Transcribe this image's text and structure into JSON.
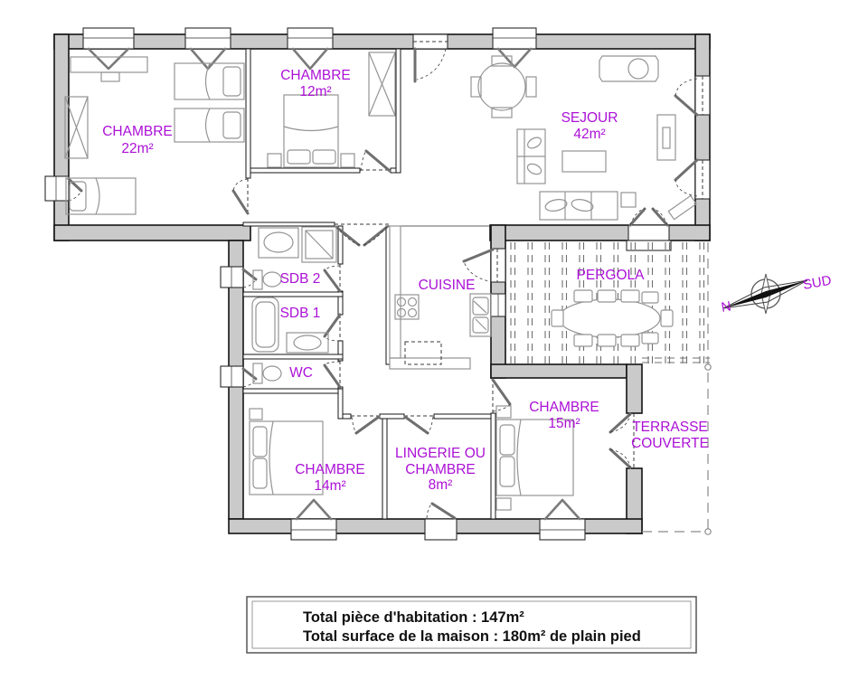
{
  "plan": {
    "rooms": {
      "chambre22": {
        "label": "CHAMBRE",
        "area": "22m²"
      },
      "chambre12": {
        "label": "CHAMBRE",
        "area": "12m²"
      },
      "sejour": {
        "label": "SEJOUR",
        "area": "42m²"
      },
      "sdb2": {
        "label": "SDB 2"
      },
      "sdb1": {
        "label": "SDB 1"
      },
      "wc": {
        "label": "WC"
      },
      "cuisine": {
        "label": "CUISINE"
      },
      "pergola": {
        "label": "PERGOLA"
      },
      "chambre15": {
        "label": "CHAMBRE",
        "area": "15m²"
      },
      "terrasse": {
        "line1": "TERRASSE",
        "line2": "COUVERTE"
      },
      "chambre14": {
        "label": "CHAMBRE",
        "area": "14m²"
      },
      "lingerie": {
        "line1": "LINGERIE OU",
        "line2": "CHAMBRE",
        "area": "8m²"
      }
    },
    "compass": {
      "north_label": "N",
      "south_label": "SUD"
    },
    "totals": {
      "line1": "Total pièce d'habitation : 147m²",
      "line2": "Total surface de la maison : 180m² de plain pied"
    },
    "colors": {
      "label_magenta": "#AB10D6",
      "wall_gray": "#CACACA",
      "line_black": "#141414"
    }
  }
}
